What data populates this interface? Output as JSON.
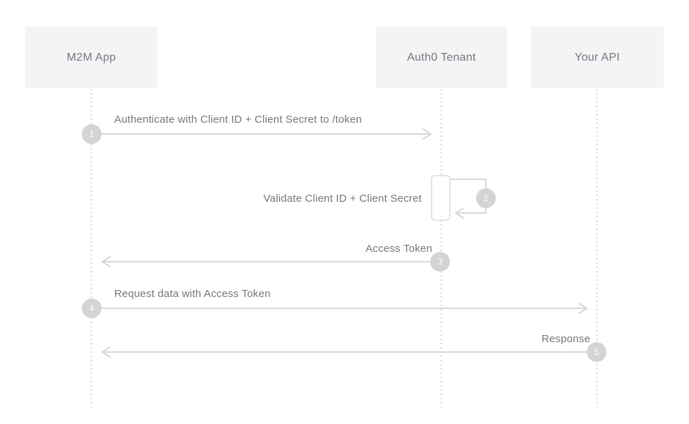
{
  "diagram": {
    "type": "sequence",
    "actors": [
      {
        "label": "M2M App"
      },
      {
        "label": "Auth0 Tenant"
      },
      {
        "label": "Your API"
      }
    ],
    "messages": [
      {
        "num": "1",
        "label": "Authenticate with Client ID + Client Secret to /token",
        "from": "M2M App",
        "to": "Auth0 Tenant",
        "direction": "right"
      },
      {
        "num": "2",
        "label": "Validate Client ID + Client Secret",
        "from": "Auth0 Tenant",
        "to": "Auth0 Tenant",
        "direction": "self"
      },
      {
        "num": "3",
        "label": "Access Token",
        "from": "Auth0 Tenant",
        "to": "M2M App",
        "direction": "left"
      },
      {
        "num": "4",
        "label": "Request data with Access Token",
        "from": "M2M App",
        "to": "Your API",
        "direction": "right"
      },
      {
        "num": "5",
        "label": "Response",
        "from": "Your API",
        "to": "M2M App",
        "direction": "left"
      }
    ],
    "colors": {
      "background": "#ffffff",
      "actor_box_fill": "#f3f4f6",
      "text": "#74777b",
      "lifeline": "#c8cacc",
      "arrow": "#d6d7d9",
      "badge_fill": "#d2d4d6",
      "badge_text": "#ffffff",
      "activation_border": "#dbdcde"
    }
  }
}
